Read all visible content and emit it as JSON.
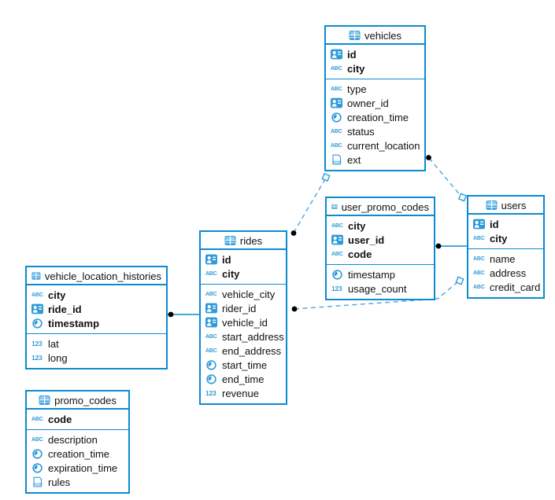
{
  "diagram": {
    "accent_color": "#0c8bd0",
    "icon_color": "#2e9bd9",
    "wire_color": "#54abdf",
    "dot_color": "#000000",
    "tables": {
      "vehicles": {
        "name": "vehicles",
        "primary": [
          {
            "name": "id",
            "type": "uuid"
          },
          {
            "name": "city",
            "type": "string"
          }
        ],
        "fields": [
          {
            "name": "type",
            "type": "string"
          },
          {
            "name": "owner_id",
            "type": "uuid"
          },
          {
            "name": "creation_time",
            "type": "timestamp"
          },
          {
            "name": "status",
            "type": "string"
          },
          {
            "name": "current_location",
            "type": "string"
          },
          {
            "name": "ext",
            "type": "json"
          }
        ]
      },
      "user_promo_codes": {
        "name": "user_promo_codes",
        "primary": [
          {
            "name": "city",
            "type": "string"
          },
          {
            "name": "user_id",
            "type": "uuid"
          },
          {
            "name": "code",
            "type": "string"
          }
        ],
        "fields": [
          {
            "name": "timestamp",
            "type": "timestamp"
          },
          {
            "name": "usage_count",
            "type": "number"
          }
        ]
      },
      "users": {
        "name": "users",
        "primary": [
          {
            "name": "id",
            "type": "uuid"
          },
          {
            "name": "city",
            "type": "string"
          }
        ],
        "fields": [
          {
            "name": "name",
            "type": "string"
          },
          {
            "name": "address",
            "type": "string"
          },
          {
            "name": "credit_card",
            "type": "string"
          }
        ]
      },
      "rides": {
        "name": "rides",
        "primary": [
          {
            "name": "id",
            "type": "uuid"
          },
          {
            "name": "city",
            "type": "string"
          }
        ],
        "fields": [
          {
            "name": "vehicle_city",
            "type": "string"
          },
          {
            "name": "rider_id",
            "type": "uuid"
          },
          {
            "name": "vehicle_id",
            "type": "uuid"
          },
          {
            "name": "start_address",
            "type": "string"
          },
          {
            "name": "end_address",
            "type": "string"
          },
          {
            "name": "start_time",
            "type": "timestamp"
          },
          {
            "name": "end_time",
            "type": "timestamp"
          },
          {
            "name": "revenue",
            "type": "number"
          }
        ]
      },
      "vehicle_location_histories": {
        "name": "vehicle_location_histories",
        "primary": [
          {
            "name": "city",
            "type": "string"
          },
          {
            "name": "ride_id",
            "type": "uuid"
          },
          {
            "name": "timestamp",
            "type": "timestamp"
          }
        ],
        "fields": [
          {
            "name": "lat",
            "type": "number"
          },
          {
            "name": "long",
            "type": "number"
          }
        ]
      },
      "promo_codes": {
        "name": "promo_codes",
        "primary": [
          {
            "name": "code",
            "type": "string"
          }
        ],
        "fields": [
          {
            "name": "description",
            "type": "string"
          },
          {
            "name": "creation_time",
            "type": "timestamp"
          },
          {
            "name": "expiration_time",
            "type": "timestamp"
          },
          {
            "name": "rules",
            "type": "json"
          }
        ]
      }
    },
    "relations": [
      {
        "from": "vehicle_location_histories",
        "to": "rides",
        "line": "solid",
        "from_marker": "dot",
        "to_marker": "none"
      },
      {
        "from": "user_promo_codes",
        "to": "users",
        "line": "solid",
        "from_marker": "dot",
        "to_marker": "none"
      },
      {
        "from": "rides",
        "to": "vehicles",
        "line": "dashed",
        "from_marker": "dot",
        "to_marker": "square"
      },
      {
        "from": "vehicles",
        "to": "users",
        "line": "dashed",
        "from_marker": "dot",
        "to_marker": "square"
      },
      {
        "from": "rides",
        "to": "users",
        "line": "dashed",
        "from_marker": "dot",
        "to_marker": "square"
      }
    ]
  }
}
